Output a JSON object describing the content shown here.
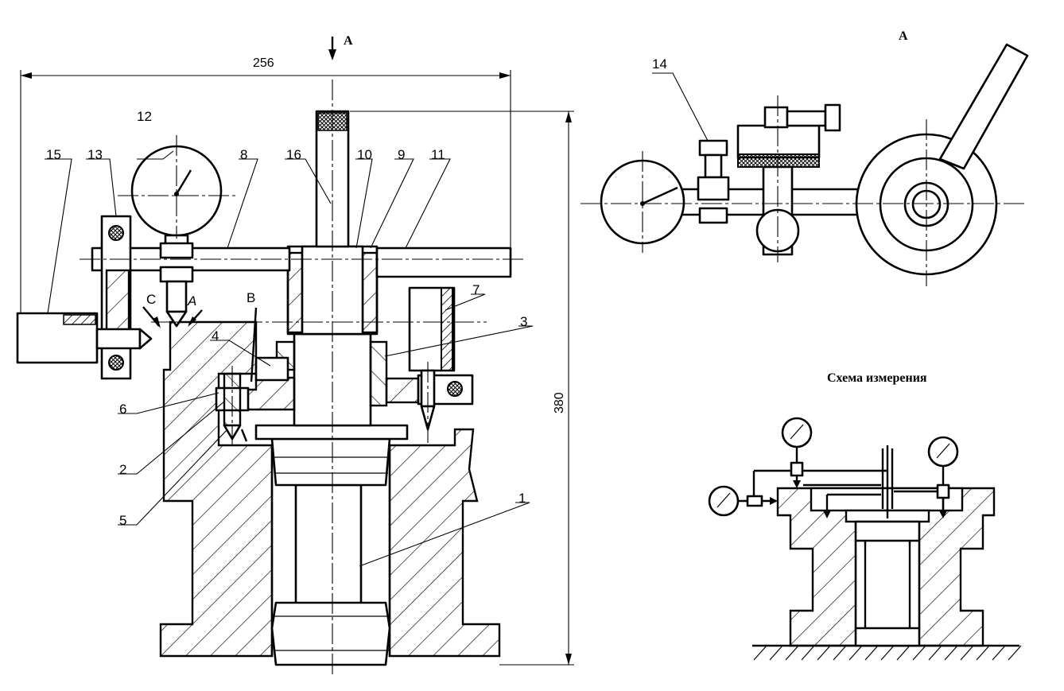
{
  "drawing": {
    "view_arrow_label": "А",
    "view_a_title": "А",
    "scheme_title": "Схема измерения",
    "dim_width": "256",
    "dim_height": "380",
    "letter_c": "С",
    "letter_a": "А",
    "letter_b": "В",
    "callouts": [
      {
        "id": "c1",
        "text": "1"
      },
      {
        "id": "c2",
        "text": "2"
      },
      {
        "id": "c3",
        "text": "3"
      },
      {
        "id": "c4",
        "text": "4"
      },
      {
        "id": "c5",
        "text": "5"
      },
      {
        "id": "c6",
        "text": "6"
      },
      {
        "id": "c7",
        "text": "7"
      },
      {
        "id": "c8",
        "text": "8"
      },
      {
        "id": "c9",
        "text": "9"
      },
      {
        "id": "c10",
        "text": "10"
      },
      {
        "id": "c11",
        "text": "11"
      },
      {
        "id": "c12",
        "text": "12"
      },
      {
        "id": "c13",
        "text": "13"
      },
      {
        "id": "c14",
        "text": "14"
      },
      {
        "id": "c15",
        "text": "15"
      },
      {
        "id": "c16",
        "text": "16"
      }
    ]
  }
}
